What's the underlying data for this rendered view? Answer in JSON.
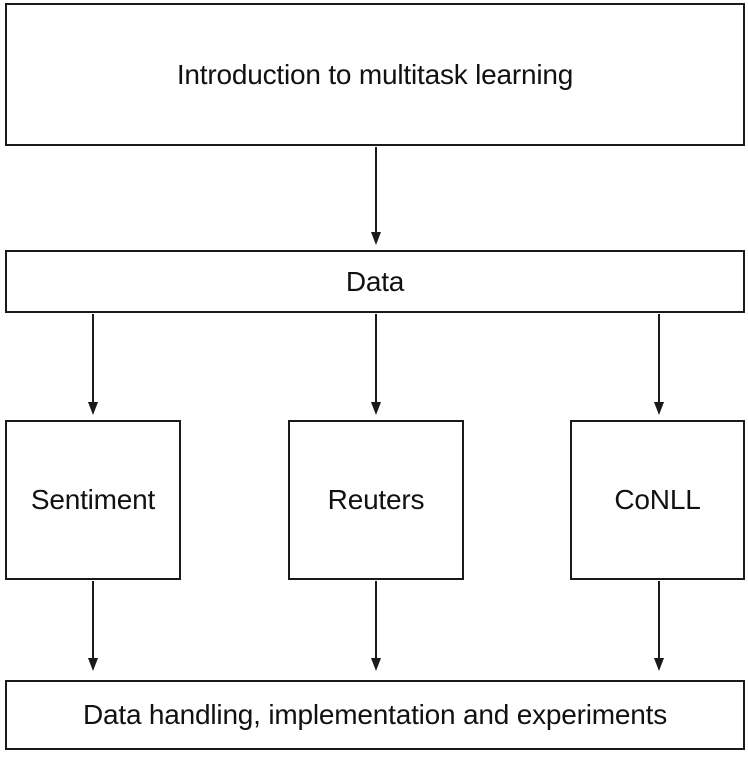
{
  "diagram": {
    "type": "flowchart",
    "nodes": {
      "intro": {
        "label": "Introduction to multitask learning"
      },
      "data": {
        "label": "Data"
      },
      "sentiment": {
        "label": "Sentiment"
      },
      "reuters": {
        "label": "Reuters"
      },
      "conll": {
        "label": "CoNLL"
      },
      "experiments": {
        "label": "Data handling, implementation and experiments"
      }
    },
    "edges": [
      {
        "from": "intro",
        "to": "data"
      },
      {
        "from": "data",
        "to": "sentiment"
      },
      {
        "from": "data",
        "to": "reuters"
      },
      {
        "from": "data",
        "to": "conll"
      },
      {
        "from": "sentiment",
        "to": "experiments"
      },
      {
        "from": "reuters",
        "to": "experiments"
      },
      {
        "from": "conll",
        "to": "experiments"
      }
    ],
    "colors": {
      "background": "#ffffff",
      "border": "#1a1a1a",
      "text": "#111111"
    }
  }
}
